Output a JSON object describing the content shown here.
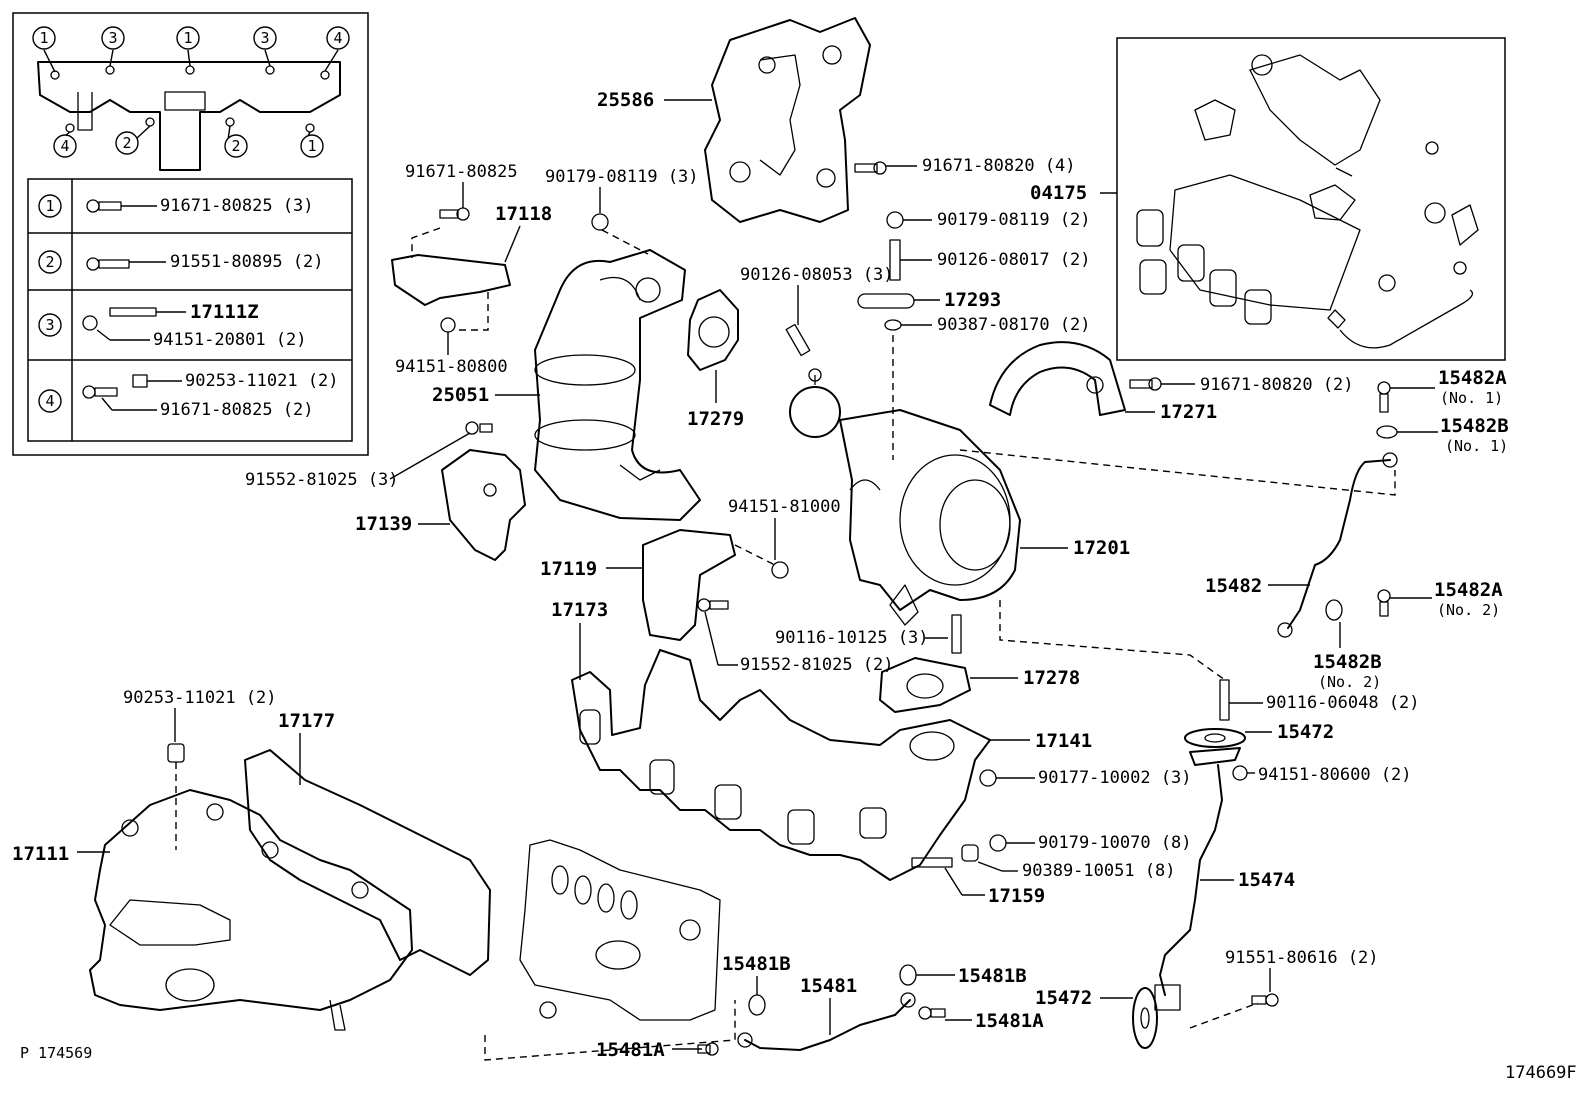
{
  "legend": {
    "markers": [
      "1",
      "3",
      "1",
      "3",
      "4",
      "4",
      "2",
      "2",
      "1"
    ],
    "rows": [
      {
        "num": "1",
        "parts": [
          "91671-80825 (3)"
        ]
      },
      {
        "num": "2",
        "parts": [
          "91551-80895 (2)"
        ]
      },
      {
        "num": "3",
        "parts": [
          "17111Z",
          "94151-20801 (2)"
        ]
      },
      {
        "num": "4",
        "parts": [
          "90253-11021 (2)",
          "91671-80825 (2)"
        ]
      }
    ]
  },
  "labels": {
    "p25586": "25586",
    "p91671_80820_4": "91671-80820 (4)",
    "p91671_80825": "91671-80825",
    "p90179_08119_3": "90179-08119 (3)",
    "p17118": "17118",
    "p90179_08119_2": "90179-08119 (2)",
    "p90126_08017_2": "90126-08017 (2)",
    "p90126_08053_3": "90126-08053 (3)",
    "p17293": "17293",
    "p90387_08170_2": "90387-08170 (2)",
    "p94151_80800": "94151-80800",
    "p25051": "25051",
    "p17279": "17279",
    "p04175": "04175",
    "p91671_80820_2": "91671-80820 (2)",
    "p17271": "17271",
    "p15482A_1": "15482A",
    "p15482A_1_no": "(No. 1)",
    "p15482B_1": "15482B",
    "p15482B_1_no": "(No. 1)",
    "p91552_81025_3": "91552-81025 (3)",
    "p17139": "17139",
    "p94151_81000": "94151-81000",
    "p17119": "17119",
    "p17201": "17201",
    "p17173": "17173",
    "p15482": "15482",
    "p15482A_2": "15482A",
    "p15482A_2_no": "(No. 2)",
    "p90116_10125_3": "90116-10125 (3)",
    "p91552_81025_2": "91552-81025 (2)",
    "p15482B_2": "15482B",
    "p15482B_2_no": "(No. 2)",
    "p17278": "17278",
    "p90253_11021_2": "90253-11021 (2)",
    "p17177": "17177",
    "p90116_06048_2": "90116-06048 (2)",
    "p15472_top": "15472",
    "p17141": "17141",
    "p90177_10002_3": "90177-10002 (3)",
    "p94151_80600_2": "94151-80600 (2)",
    "p17111": "17111",
    "p90179_10070_8": "90179-10070 (8)",
    "p90389_10051_8": "90389-10051 (8)",
    "p15474": "15474",
    "p17159": "17159",
    "p91551_80616_2": "91551-80616 (2)",
    "p15481B_left": "15481B",
    "p15481": "15481",
    "p15481B_right": "15481B",
    "p15472_bottom": "15472",
    "p15481A_right": "15481A",
    "p15481A_left": "15481A"
  },
  "footer": {
    "left_code": "P 174569",
    "right_code": "174669F"
  }
}
